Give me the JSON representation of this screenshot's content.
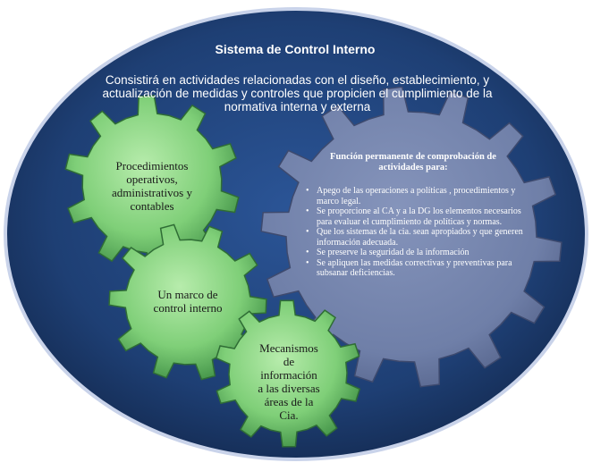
{
  "title": "Sistema de Control Interno",
  "intro": "Consistirá en actividades relacionadas con el diseño, establecimiento, y actualización de medidas y controles que propicien el cumplimiento de la normativa interna y externa",
  "gears": [
    {
      "label": "Procedimientos operativos, administrativos y contables"
    },
    {
      "label": "Un marco de control interno"
    },
    {
      "label": "Mecanismos de información a las diversas áreas de la Cia."
    }
  ],
  "function_panel": {
    "heading": "Función permanente de comprobación de actividades para:",
    "items": [
      "Apego de las operaciones a políticas , procedimientos y marco legal.",
      "Se proporcione al CA y a la DG los elementos necesarios para evaluar el cumplimiento de políticas y normas.",
      "Que los sistemas de la cia. sean apropiados y que generen información adecuada.",
      "Se preserve la seguridad de la información",
      "Se apliquen las medidas correctivas y preventivas para subsanar deficiencias."
    ]
  },
  "colors": {
    "background_ellipse": "#1e3f74",
    "ellipse_rim": "#c9d3ea",
    "large_gear": "#6f7fa8",
    "small_gears": "#7fcf78",
    "small_gears_dark": "#3f8f45"
  }
}
